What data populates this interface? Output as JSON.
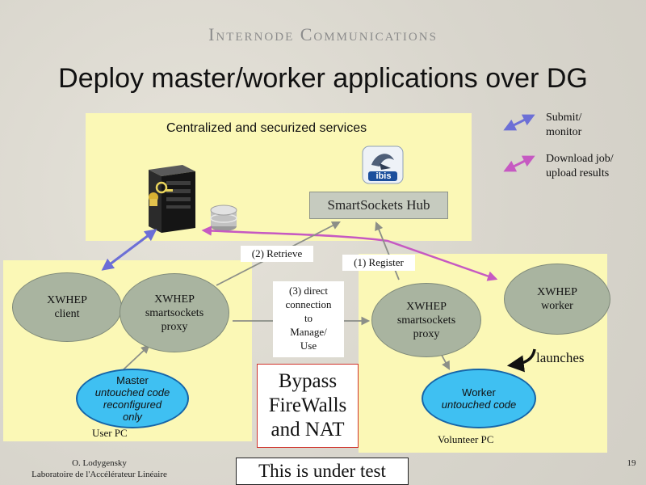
{
  "header": {
    "section_title": "Internode Communications",
    "title": "Deploy master/worker applications over DG"
  },
  "central": {
    "label": "Centralized and securized services",
    "hub_label": "SmartSockets Hub",
    "ibis_logo": "ibis"
  },
  "legend": {
    "submit": [
      "Submit/",
      "monitor"
    ],
    "download": [
      "Download job/",
      "upload results"
    ],
    "colors": {
      "submit": "#6c6fd6",
      "download": "#c659c2"
    }
  },
  "user_pc": {
    "label": "User PC",
    "client": [
      "XWHEP",
      "client"
    ],
    "proxy": [
      "XWHEP",
      "smartsockets",
      "proxy"
    ],
    "master": [
      "Master",
      "untouched code",
      "reconfigured",
      "only"
    ]
  },
  "volunteer_pc": {
    "label": "Volunteer PC",
    "proxy": [
      "XWHEP",
      "smartsockets",
      "proxy"
    ],
    "worker_service": [
      "XWHEP",
      "worker"
    ],
    "worker": [
      "Worker",
      "untouched code"
    ],
    "launches": "launches"
  },
  "steps": {
    "retrieve": "(2) Retrieve",
    "register": "(1) Register",
    "direct": [
      "(3) direct",
      "connection",
      "to",
      "Manage/",
      "Use"
    ]
  },
  "bypass": [
    "Bypass",
    "FireWalls",
    "and NAT"
  ],
  "under_test": "This is under test",
  "footer": {
    "author": "O. Lodygensky",
    "lab": "Laboratoire de l'Accélérateur Linéaire",
    "page": "19"
  }
}
